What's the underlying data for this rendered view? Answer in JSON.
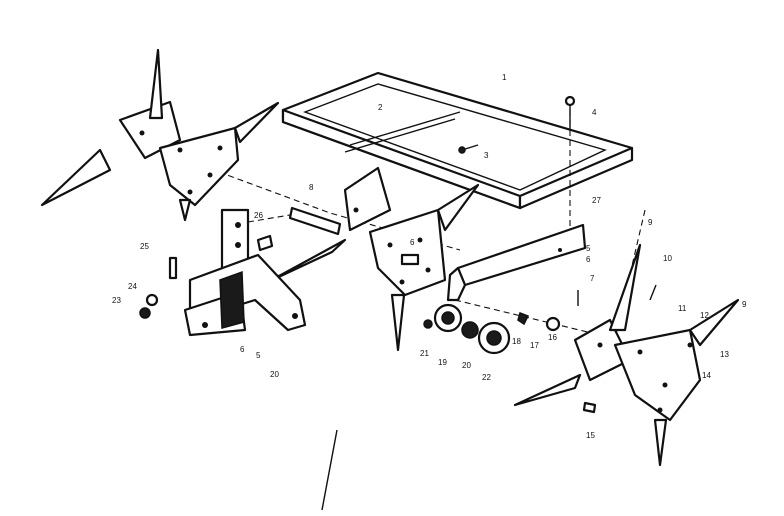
{
  "callouts": [
    {
      "id": "c1",
      "text": "1"
    },
    {
      "id": "c2",
      "text": "2"
    },
    {
      "id": "c3",
      "text": "3"
    },
    {
      "id": "c4",
      "text": "4"
    },
    {
      "id": "c5a",
      "text": "5"
    },
    {
      "id": "c6a",
      "text": "6"
    },
    {
      "id": "c7",
      "text": "7"
    },
    {
      "id": "c8",
      "text": "8"
    },
    {
      "id": "c9",
      "text": "9"
    },
    {
      "id": "c10",
      "text": "10"
    },
    {
      "id": "c11",
      "text": "11"
    },
    {
      "id": "c12",
      "text": "12"
    },
    {
      "id": "c13",
      "text": "13"
    },
    {
      "id": "c14",
      "text": "14"
    },
    {
      "id": "c15",
      "text": "15"
    },
    {
      "id": "c16",
      "text": "16"
    },
    {
      "id": "c17",
      "text": "17"
    },
    {
      "id": "c18",
      "text": "18"
    },
    {
      "id": "c19",
      "text": "19"
    },
    {
      "id": "c20",
      "text": "20"
    },
    {
      "id": "c21",
      "text": "21"
    },
    {
      "id": "c22",
      "text": "22"
    },
    {
      "id": "c23",
      "text": "23"
    },
    {
      "id": "c24",
      "text": "24"
    },
    {
      "id": "c25",
      "text": "25"
    },
    {
      "id": "c26",
      "text": "26"
    },
    {
      "id": "c27",
      "text": "27"
    },
    {
      "id": "c5b",
      "text": "5"
    },
    {
      "id": "c6b",
      "text": "6"
    },
    {
      "id": "c9b",
      "text": "9"
    },
    {
      "id": "c20b",
      "text": "20"
    },
    {
      "id": "c6c",
      "text": "6"
    }
  ]
}
